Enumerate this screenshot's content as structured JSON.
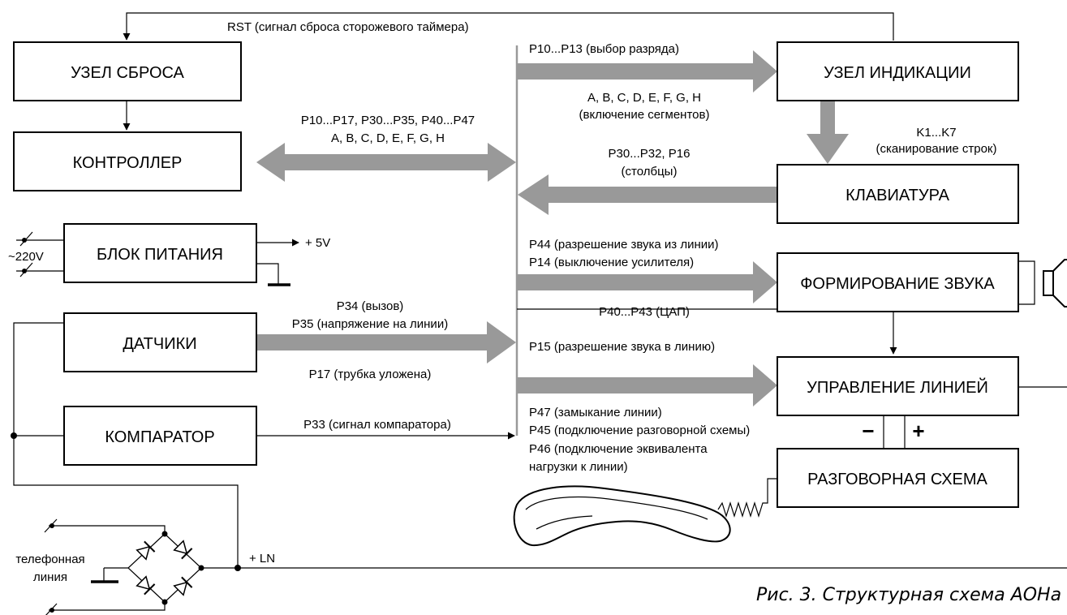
{
  "colors": {
    "bus": "#999999",
    "line": "#000000",
    "background": "#ffffff"
  },
  "blocks": {
    "reset": "УЗЕЛ СБРОСА",
    "controller": "КОНТРОЛЛЕР",
    "power": "БЛОК ПИТАНИЯ",
    "sensors": "ДАТЧИКИ",
    "comparator": "КОМПАРАТОР",
    "indication": "УЗЕЛ ИНДИКАЦИИ",
    "keyboard": "КЛАВИАТУРА",
    "sound": "ФОРМИРОВАНИЕ ЗВУКА",
    "line_control": "УПРАВЛЕНИЕ ЛИНИЕЙ",
    "speech": "РАЗГОВОРНАЯ СХЕМА"
  },
  "labels": {
    "rst": "RST (сигнал сброса сторожевого таймера)",
    "ctrl_bus_1": "P10...P17, P30...P35, P40...P47",
    "ctrl_bus_2": "A, B, C, D, E, F, G, H",
    "mains": "~220V",
    "plus5": "+ 5V",
    "sens_1": "P34 (вызов)",
    "sens_2": "P35 (напряжение на линии)",
    "sens_3": "P17 (трубка уложена)",
    "comp": "P33 (сигнал компаратора)",
    "ind_1": "P10...P13 (выбор разряда)",
    "ind_2": "A, B, C, D, E, F, G, H",
    "ind_3": "(включение сегментов)",
    "kscan_1": "K1...K7",
    "kscan_2": "(сканирование строк)",
    "kcol_1": "P30...P32, P16",
    "kcol_2": "(столбцы)",
    "snd_1": "P44 (разрешение звука из линии)",
    "snd_2": "P14 (выключение усилителя)",
    "snd_3": "P40...P43 (ЦАП)",
    "p15": "P15 (разрешение звука в линию)",
    "lc_1": "P47 (замыкание линии)",
    "lc_2": "P45 (подключение разговорной схемы)",
    "lc_3": "P46 (подключение эквивалента",
    "lc_4": "нагрузки к линии)",
    "minus": "−",
    "plus": "+",
    "tel_1": "телефонная",
    "tel_2": "линия",
    "ln": "+ LN",
    "caption": "Рис. 3. Структурная схема АОНа"
  }
}
